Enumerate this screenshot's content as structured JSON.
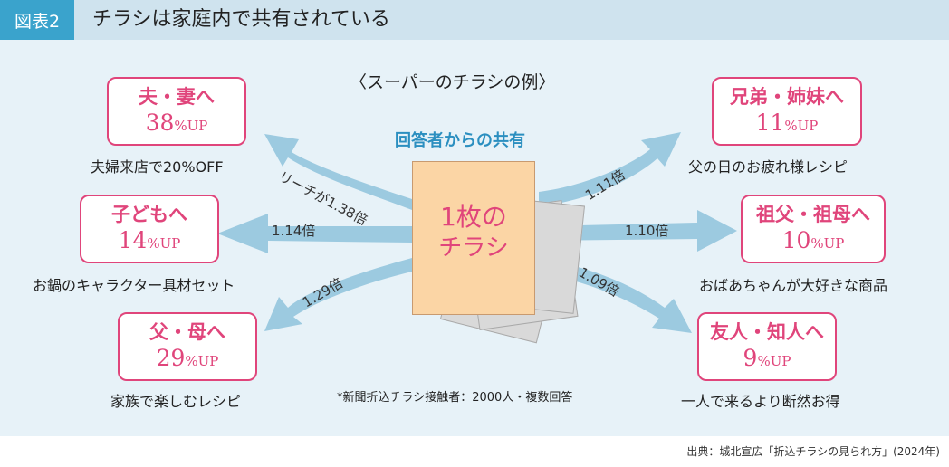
{
  "header": {
    "figure_label": "図表2",
    "title": "チラシは家庭内で共有されている"
  },
  "diagram": {
    "subtitle": "〈スーパーのチラシの例〉",
    "share_title": "回答者からの共有",
    "flyer_line1": "1枚の",
    "flyer_line2": "チラシ",
    "note": "*新聞折込チラシ接触者：2000人・複数回答",
    "unit": "%UP",
    "targets": [
      {
        "name": "夫・妻へ",
        "rate": "38",
        "caption": "夫婦来店で20%OFF",
        "ratio": "リーチが1.38倍"
      },
      {
        "name": "子どもへ",
        "rate": "14",
        "caption": "お鍋のキャラクター具材セット",
        "ratio": "1.14倍"
      },
      {
        "name": "父・母へ",
        "rate": "29",
        "caption": "家族で楽しむレシピ",
        "ratio": "1.29倍"
      },
      {
        "name": "兄弟・姉妹へ",
        "rate": "11",
        "caption": "父の日のお疲れ様レシピ",
        "ratio": "1.11倍"
      },
      {
        "name": "祖父・祖母へ",
        "rate": "10",
        "caption": "おばあちゃんが大好きな商品",
        "ratio": "1.10倍"
      },
      {
        "name": "友人・知人へ",
        "rate": "9",
        "caption": "一人で来るより断然お得",
        "ratio": "1.09倍"
      }
    ]
  },
  "footer": {
    "source": "出典：城北宣広「折込チラシの見られ方」(2024年)"
  },
  "colors": {
    "accent": "#e0457b",
    "arrow": "#9ccae0",
    "header_blue": "#3aa3cc",
    "flyer": "#fbd5a5"
  }
}
